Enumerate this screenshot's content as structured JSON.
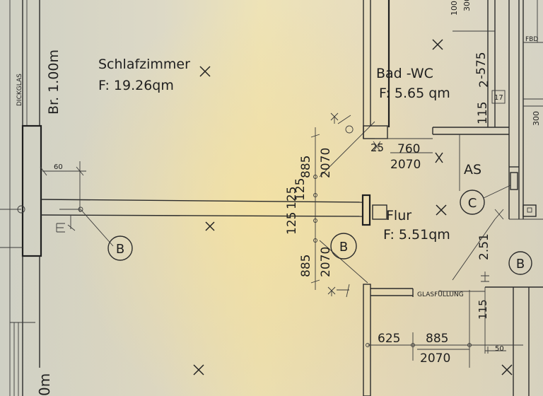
{
  "rooms": {
    "bedroom_name": "Schlafzimmer",
    "bedroom_area": "F:    19.26qm",
    "bath_name": "Bad -WC",
    "bath_area": "F:    5.65 qm",
    "hall_name": "Flur",
    "hall_area": "F: 5.51qm",
    "closet_name": "AS"
  },
  "labels": {
    "dickglas": "DICKGLAS",
    "width": "Br.  1.00m",
    "glasfuellung": "GLASFÜLLUNG",
    "fbd": "FBD"
  },
  "dimensions": {
    "d60": "60",
    "d885_top": "885",
    "d2070_top": "2070",
    "d125_a": "125",
    "d125_b": "125",
    "d125_c": "125",
    "d885_bot": "885",
    "d2070_bot": "2070",
    "d25": "25",
    "d760": "760",
    "d2070_bath": "2070",
    "d575": "-575",
    "d2": "2",
    "d115_top": "115",
    "d17": "17",
    "d300": "300",
    "d100": "100",
    "d300b": "300",
    "d251": "2.51",
    "d115_bot": "115",
    "d625": "625",
    "d885_low": "885",
    "d2070_low": "2070",
    "d50": "50",
    "d0m": "0m"
  },
  "symbols": {
    "outlet_b": "B",
    "outlet_c": "C"
  }
}
